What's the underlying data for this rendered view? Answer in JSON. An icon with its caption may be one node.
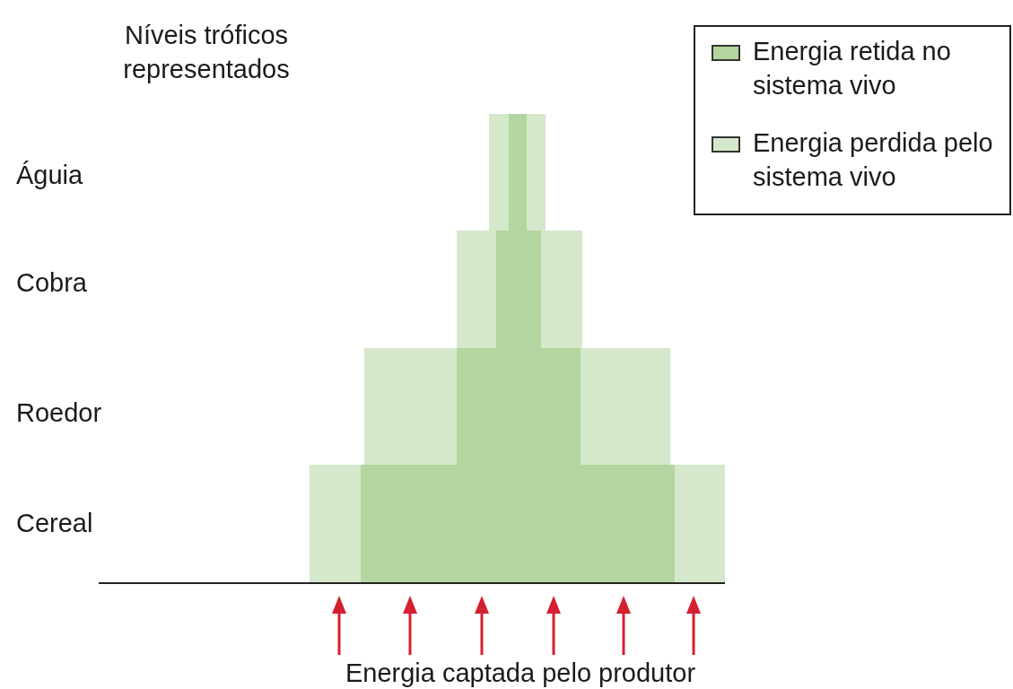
{
  "diagram": {
    "labels": [
      "Níveis tróficos representados",
      "Águia",
      "Cobra",
      "Roedor",
      "Cereal",
      "Energia captada pelo produtor"
    ],
    "legend": [
      {
        "text": "Energia retida no sistema vivo",
        "color": "#b3d6a0"
      },
      {
        "text": "Energia perdida pelo sistema vivo",
        "color": "#d5e8cb"
      }
    ]
  }
}
